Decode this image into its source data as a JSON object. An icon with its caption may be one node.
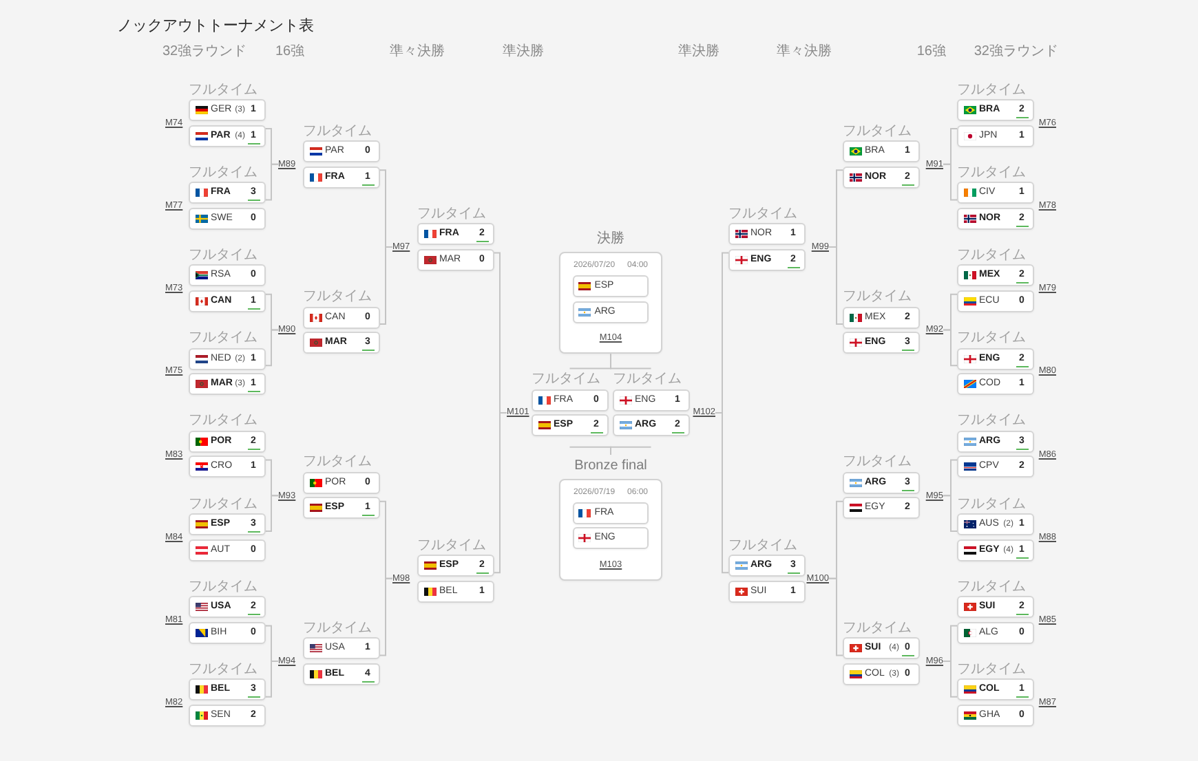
{
  "diagram": {
    "title": "ノックアウトトーナメント表",
    "nodes": [
      {
        "text": [
          "GER",
          "(3)",
          "1"
        ],
        "beside": [
          "フルタイム"
        ]
      },
      {
        "text": [
          "PAR",
          "(4)",
          "1"
        ]
      },
      {
        "text": [
          "FRA",
          "3"
        ],
        "beside": [
          "フルタイム"
        ]
      },
      {
        "text": [
          "SWE",
          "0"
        ]
      },
      {
        "text": [
          "RSA",
          "0"
        ],
        "beside": [
          "フルタイム"
        ]
      },
      {
        "text": [
          "CAN",
          "1"
        ]
      },
      {
        "text": [
          "NED",
          "(2)",
          "1"
        ],
        "beside": [
          "フルタイム"
        ]
      },
      {
        "text": [
          "MAR",
          "(3)",
          "1"
        ]
      },
      {
        "text": [
          "POR",
          "2"
        ],
        "beside": [
          "フルタイム"
        ]
      },
      {
        "text": [
          "CRO",
          "1"
        ]
      },
      {
        "text": [
          "ESP",
          "3"
        ],
        "beside": [
          "フルタイム"
        ]
      },
      {
        "text": [
          "AUT",
          "0"
        ]
      },
      {
        "text": [
          "USA",
          "2"
        ],
        "beside": [
          "フルタイム"
        ]
      },
      {
        "text": [
          "BIH",
          "0"
        ]
      },
      {
        "text": [
          "BEL",
          "3"
        ],
        "beside": [
          "フルタイム"
        ]
      },
      {
        "text": [
          "SEN",
          "2"
        ]
      },
      {
        "text": [
          "M89"
        ]
      },
      {
        "text": [
          "M90"
        ]
      },
      {
        "text": [
          "M93"
        ]
      },
      {
        "text": [
          "M94"
        ]
      },
      {
        "text": [
          "PAR",
          "0"
        ],
        "beside": [
          "フルタイム"
        ]
      },
      {
        "text": [
          "FRA",
          "1"
        ]
      },
      {
        "text": [
          "CAN",
          "0"
        ],
        "beside": [
          "フルタイム"
        ]
      },
      {
        "text": [
          "MAR",
          "3"
        ]
      },
      {
        "text": [
          "POR",
          "0"
        ],
        "beside": [
          "フルタイム"
        ]
      },
      {
        "text": [
          "ESP",
          "1"
        ]
      },
      {
        "text": [
          "USA",
          "1"
        ],
        "beside": [
          "フルタイム"
        ]
      },
      {
        "text": [
          "BEL",
          "4"
        ]
      },
      {
        "text": [
          "M97"
        ]
      },
      {
        "text": [
          "M98"
        ]
      },
      {
        "text": [
          "FRA",
          "2"
        ],
        "beside": [
          "フルタイム"
        ]
      },
      {
        "text": [
          "MAR",
          "0"
        ]
      },
      {
        "text": [
          "ESP",
          "2"
        ],
        "beside": [
          "フルタイム"
        ]
      },
      {
        "text": [
          "BEL",
          "1"
        ]
      },
      {
        "text": [
          "M101"
        ]
      },
      {
        "text": [
          "FRA",
          "0"
        ],
        "beside": [
          "フルタイム"
        ]
      },
      {
        "text": [
          "ESP",
          "2"
        ]
      },
      {
        "text": [
          "決勝",
          "2026/07/20",
          "04:00",
          "M104"
        ]
      },
      {
        "text": [
          "ESP"
        ],
        "in": 37
      },
      {
        "text": [
          "ARG"
        ],
        "in": 37
      },
      {
        "text": [
          "Bronze final",
          "2026/07/19",
          "06:00",
          "M103"
        ]
      },
      {
        "text": [
          "FRA"
        ],
        "in": 40
      },
      {
        "text": [
          "ENG"
        ],
        "in": 40
      },
      {
        "text": [
          "ENG",
          "1"
        ],
        "beside": [
          "フルタイム"
        ]
      },
      {
        "text": [
          "ARG",
          "2"
        ]
      },
      {
        "text": [
          "M102"
        ]
      },
      {
        "text": [
          "NOR",
          "1"
        ],
        "beside": [
          "フルタイム"
        ]
      },
      {
        "text": [
          "ENG",
          "2"
        ]
      },
      {
        "text": [
          "ARG",
          "3"
        ],
        "beside": [
          "フルタイム"
        ]
      },
      {
        "text": [
          "SUI",
          "1"
        ]
      },
      {
        "text": [
          "M99"
        ]
      },
      {
        "text": [
          "M100"
        ]
      },
      {
        "text": [
          "BRA",
          "1"
        ],
        "beside": [
          "フルタイム"
        ]
      },
      {
        "text": [
          "NOR",
          "2"
        ]
      },
      {
        "text": [
          "MEX",
          "2"
        ],
        "beside": [
          "フルタイム"
        ]
      },
      {
        "text": [
          "ENG",
          "3"
        ]
      },
      {
        "text": [
          "ARG",
          "3"
        ],
        "beside": [
          "フルタイム"
        ]
      },
      {
        "text": [
          "EGY",
          "2"
        ]
      },
      {
        "text": [
          "SUI",
          "(4)",
          "0"
        ],
        "beside": [
          "フルタイム"
        ]
      },
      {
        "text": [
          "COL",
          "(3)",
          "0"
        ]
      },
      {
        "text": [
          "M91"
        ]
      },
      {
        "text": [
          "M92"
        ]
      },
      {
        "text": [
          "M95"
        ]
      },
      {
        "text": [
          "M96"
        ]
      },
      {
        "text": [
          "BRA",
          "2"
        ],
        "beside": [
          "フルタイム"
        ]
      },
      {
        "text": [
          "JPN",
          "1"
        ]
      },
      {
        "text": [
          "CIV",
          "1"
        ],
        "beside": [
          "フルタイム"
        ]
      },
      {
        "text": [
          "NOR",
          "2"
        ]
      },
      {
        "text": [
          "MEX",
          "2"
        ],
        "beside": [
          "フルタイム"
        ]
      },
      {
        "text": [
          "ECU",
          "0"
        ]
      },
      {
        "text": [
          "ENG",
          "2"
        ],
        "beside": [
          "フルタイム"
        ]
      },
      {
        "text": [
          "COD",
          "1"
        ]
      },
      {
        "text": [
          "ARG",
          "3"
        ],
        "beside": [
          "フルタイム"
        ]
      },
      {
        "text": [
          "CPV",
          "2"
        ]
      },
      {
        "text": [
          "AUS",
          "(2)",
          "1"
        ],
        "beside": [
          "フルタイム"
        ]
      },
      {
        "text": [
          "EGY",
          "(4)",
          "1"
        ]
      },
      {
        "text": [
          "SUI",
          "2"
        ],
        "beside": [
          "フルタイム"
        ]
      },
      {
        "text": [
          "ALG",
          "0"
        ]
      },
      {
        "text": [
          "COL",
          "1"
        ],
        "beside": [
          "フルタイム"
        ]
      },
      {
        "text": [
          "GHA",
          "0"
        ]
      }
    ],
    "edges": [
      {
        "from": 1,
        "to": 16,
        "arrow": "none"
      },
      {
        "from": 2,
        "to": 16,
        "arrow": "none"
      },
      {
        "from": 5,
        "to": 17,
        "arrow": "none"
      },
      {
        "from": 6,
        "to": 17,
        "arrow": "none"
      },
      {
        "from": 9,
        "to": 18,
        "arrow": "none"
      },
      {
        "from": 10,
        "to": 18,
        "arrow": "none"
      },
      {
        "from": 13,
        "to": 19,
        "arrow": "none"
      },
      {
        "from": 14,
        "to": 19,
        "arrow": "none"
      },
      {
        "from": 21,
        "to": 28,
        "arrow": "none"
      },
      {
        "from": 22,
        "to": 28,
        "arrow": "none"
      },
      {
        "from": 25,
        "to": 29,
        "arrow": "none"
      },
      {
        "from": 26,
        "to": 29,
        "arrow": "none"
      },
      {
        "from": 31,
        "to": 34,
        "arrow": "none"
      },
      {
        "from": 32,
        "to": 34,
        "arrow": "none"
      },
      {
        "from": 35,
        "to": 37,
        "arrow": "none"
      },
      {
        "from": 43,
        "to": 37,
        "arrow": "none"
      },
      {
        "from": 36,
        "to": 40,
        "arrow": "none"
      },
      {
        "from": 44,
        "to": 40,
        "arrow": "none"
      },
      {
        "from": 47,
        "to": 45,
        "arrow": "none"
      },
      {
        "from": 48,
        "to": 45,
        "arrow": "none"
      },
      {
        "from": 53,
        "to": 50,
        "arrow": "none"
      },
      {
        "from": 54,
        "to": 50,
        "arrow": "none"
      },
      {
        "from": 57,
        "to": 51,
        "arrow": "none"
      },
      {
        "from": 58,
        "to": 51,
        "arrow": "none"
      },
      {
        "from": 65,
        "to": 60,
        "arrow": "none"
      },
      {
        "from": 66,
        "to": 60,
        "arrow": "none"
      },
      {
        "from": 69,
        "to": 61,
        "arrow": "none"
      },
      {
        "from": 70,
        "to": 61,
        "arrow": "none"
      },
      {
        "from": 73,
        "to": 62,
        "arrow": "none"
      },
      {
        "from": 74,
        "to": 62,
        "arrow": "none"
      },
      {
        "from": 77,
        "to": 63,
        "arrow": "none"
      },
      {
        "from": 78,
        "to": 63,
        "arrow": "none"
      }
    ],
    "labels": [
      "32強ラウンド",
      "16強",
      "準々決勝",
      "準決勝",
      "準決勝",
      "準々決勝",
      "16強",
      "32強ラウンド",
      "M74",
      "M77",
      "M73",
      "M75",
      "M83",
      "M84",
      "M81",
      "M82",
      "M76",
      "M78",
      "M79",
      "M80",
      "M86",
      "M88",
      "M85",
      "M87"
    ]
  }
}
